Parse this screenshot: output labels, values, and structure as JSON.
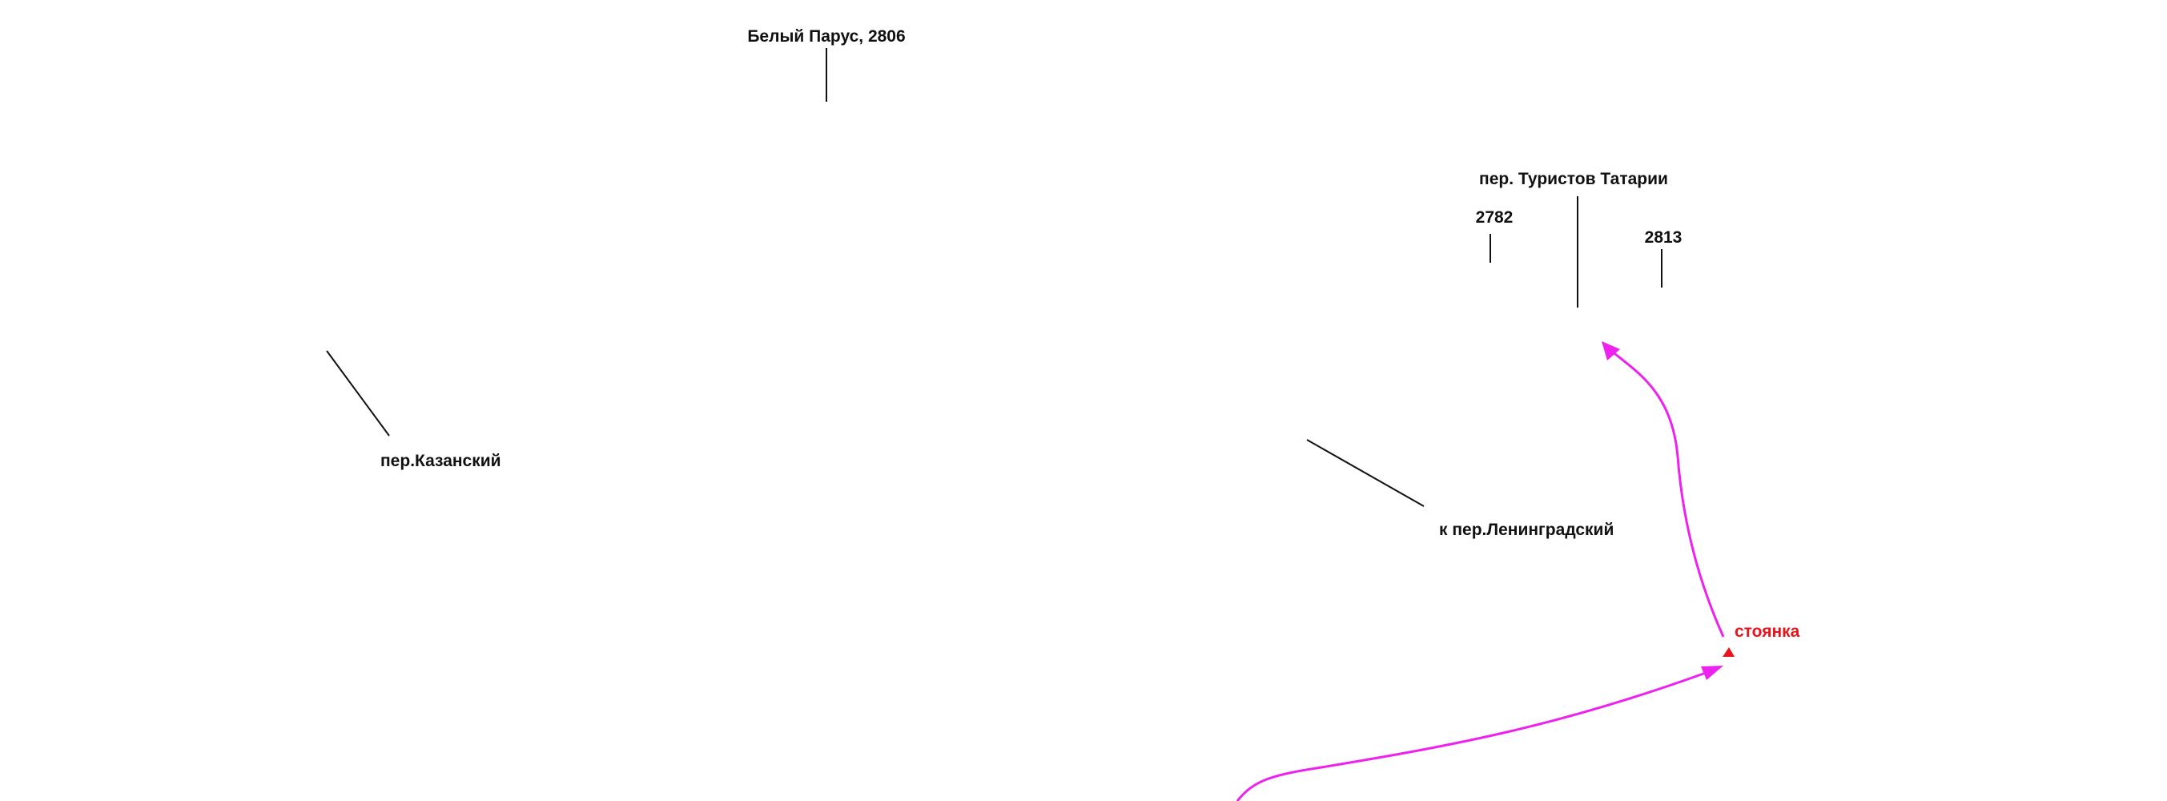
{
  "map": {
    "labels": {
      "bely_parus": "Белый Парус, 2806",
      "per_turistov": "пер. Туристов Татарии",
      "peak_2782": "2782",
      "peak_2813": "2813",
      "per_kazansky": "пер.Казанский",
      "k_per_leningradsky": "к пер.Ленинградский",
      "stoyanka": "стоянка"
    },
    "colors": {
      "label_text": "#111111",
      "camp_marker": "#e8141c",
      "route_line": "#ee22ee"
    },
    "icons": {
      "camp": "red-triangle-marker"
    }
  }
}
